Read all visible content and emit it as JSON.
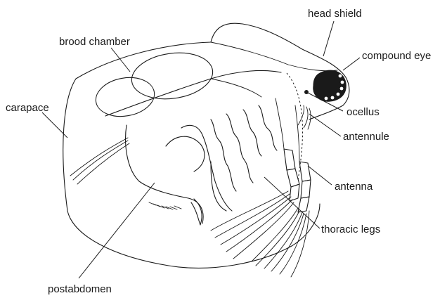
{
  "labels": {
    "head_shield": "head shield",
    "brood_chamber": "brood chamber",
    "compound_eye": "compound eye",
    "carapace": "carapace",
    "ocellus": "ocellus",
    "antennule": "antennule",
    "antenna": "antenna",
    "thoracic_legs": "thoracic legs",
    "postabdomen": "postabdomen"
  },
  "colors": {
    "ink": "#1a1a1a",
    "background": "#ffffff"
  }
}
